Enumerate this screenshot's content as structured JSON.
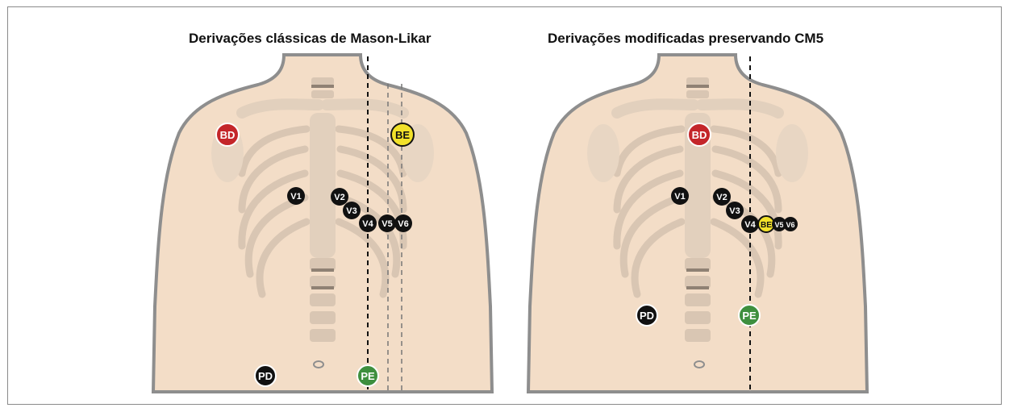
{
  "panels": [
    {
      "title": "Derivações clássicas de Mason-Likar",
      "electrodes": {
        "bd": "BD",
        "be": "BE",
        "v1": "V1",
        "v2": "V2",
        "v3": "V3",
        "v4": "V4",
        "v5": "V5",
        "v6": "V6",
        "pd": "PD",
        "pe": "PE"
      }
    },
    {
      "title": "Derivações modificadas preservando CM5",
      "electrodes": {
        "bd": "BD",
        "v1": "V1",
        "v2": "V2",
        "v3": "V3",
        "v4": "V4",
        "be": "BE",
        "v5": "V5",
        "v6": "V6",
        "pd": "PD",
        "pe": "PE"
      }
    }
  ],
  "colors": {
    "skin": "#f3ddc7",
    "skin_outline": "#8e8e8e",
    "bone": "#e7d6c4",
    "bone_dark": "#b9a797",
    "red_electrode": "#c4262a",
    "yellow_electrode": "#f2e12a",
    "green_electrode": "#3e8f3e",
    "black_electrode": "#111111"
  }
}
